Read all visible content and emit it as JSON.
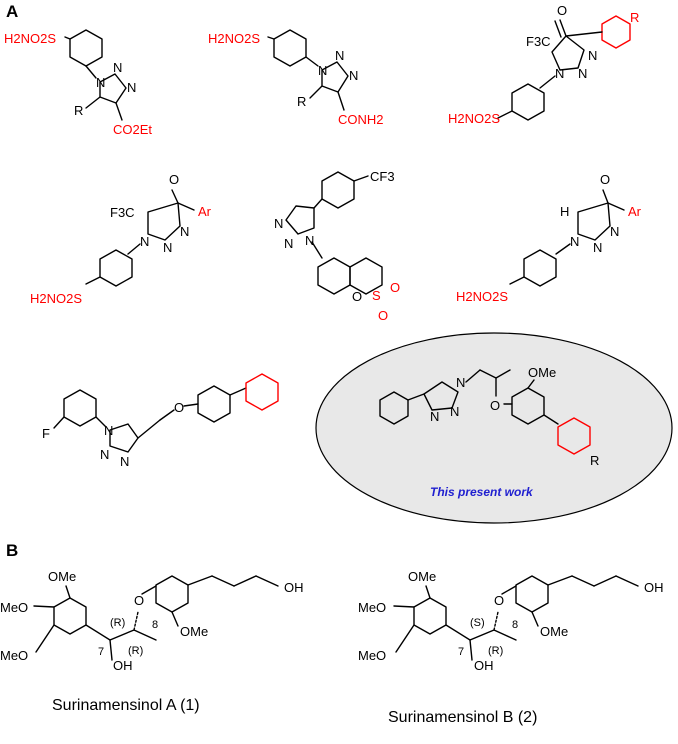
{
  "panels": {
    "a_label": "A",
    "b_label": "B"
  },
  "colors": {
    "bond": "#000000",
    "highlight": "#ff0000",
    "work_text": "#1f1fd0",
    "ellipse_fill": "#e8e8e8"
  },
  "labels": {
    "sulfonamide": "H2NO2S",
    "triazole_N": "N",
    "r_group": "R",
    "ester": "CO2Et",
    "amide": "CONH2",
    "cf3": "F3C",
    "cf3_para": "CF3",
    "carbonyl_O": "O",
    "aryl": "Ar",
    "hydrogen": "H",
    "fluoro": "F",
    "ether_O": "O",
    "sulfur": "S",
    "methoxy": "OMe",
    "methoxy_left": "MeO",
    "hydroxyl": "OH",
    "present_work": "This present work"
  },
  "stereo": {
    "c7": "7",
    "c8": "8",
    "r_config": "(R)",
    "s_config": "(S)"
  },
  "compounds": {
    "surinamensinol_a": "Surinamensinol A (1)",
    "surinamensinol_b": "Surinamensinol B (2)"
  }
}
